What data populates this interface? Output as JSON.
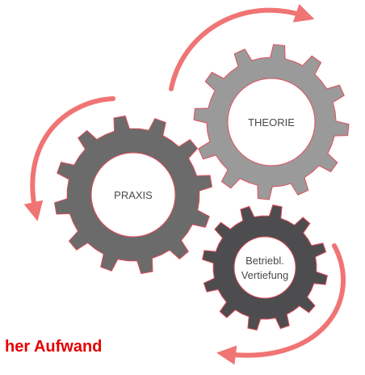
{
  "gears": {
    "theorie": {
      "label": "THEORIE",
      "color": "#9a9a9a"
    },
    "praxis": {
      "label": "PRAXIS",
      "color": "#6b6b6b"
    },
    "vertiefung": {
      "line1": "Betriebl.",
      "line2": "Vertiefung",
      "color": "#4d4d50"
    }
  },
  "colors": {
    "arrow": "#f07474",
    "gear_outline": "#e14d5a",
    "text_red": "#e50000"
  },
  "bottom_text": "her Aufwand"
}
